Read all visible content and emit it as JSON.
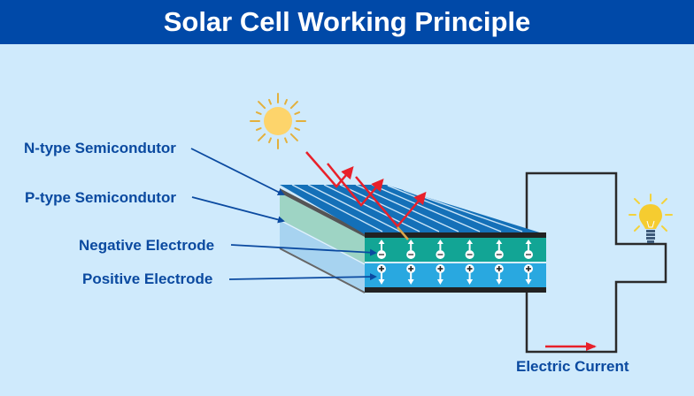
{
  "header": {
    "title": "Solar Cell Working Principle"
  },
  "labels": {
    "n_type": "N-type Semicondutor",
    "p_type": "P-type Semicondutor",
    "negative_electrode": "Negative Electrode",
    "positive_electrode": "Positive Electrode",
    "electric_current": "Electric Current"
  },
  "layers": {
    "negative_charge_symbol": "−",
    "positive_charge_symbol": "+",
    "negative_charges_count": 6,
    "positive_charges_count": 6
  },
  "icons": {
    "sun": "sun-icon",
    "bulb": "light-bulb-icon",
    "current_arrow": "arrow-right-icon"
  },
  "colors": {
    "header_bg": "#0049a8",
    "background": "#cfeafc",
    "label_text": "#0b4aa0",
    "panel_top": "#1470b8",
    "n_layer": "#12a595",
    "p_layer": "#29a8e0",
    "light_rays": "#e8202a",
    "sun": "#fdd46b",
    "wire": "#2a2a2a"
  }
}
